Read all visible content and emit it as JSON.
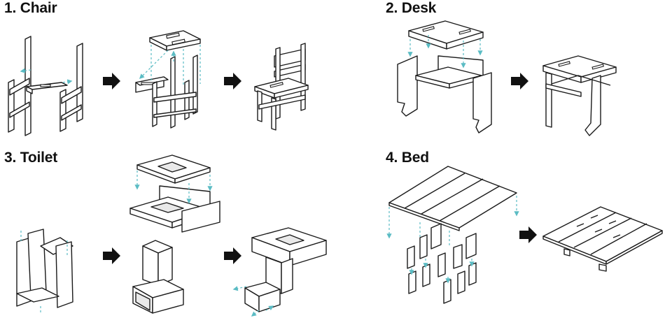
{
  "panels": [
    {
      "title": "1. Chair"
    },
    {
      "title": "2. Desk"
    },
    {
      "title": "3. Toilet"
    },
    {
      "title": "4. Bed"
    }
  ],
  "colors": {
    "guide": "#5bbcc4",
    "outline": "#1a1a1a",
    "arrow": "#111111"
  }
}
